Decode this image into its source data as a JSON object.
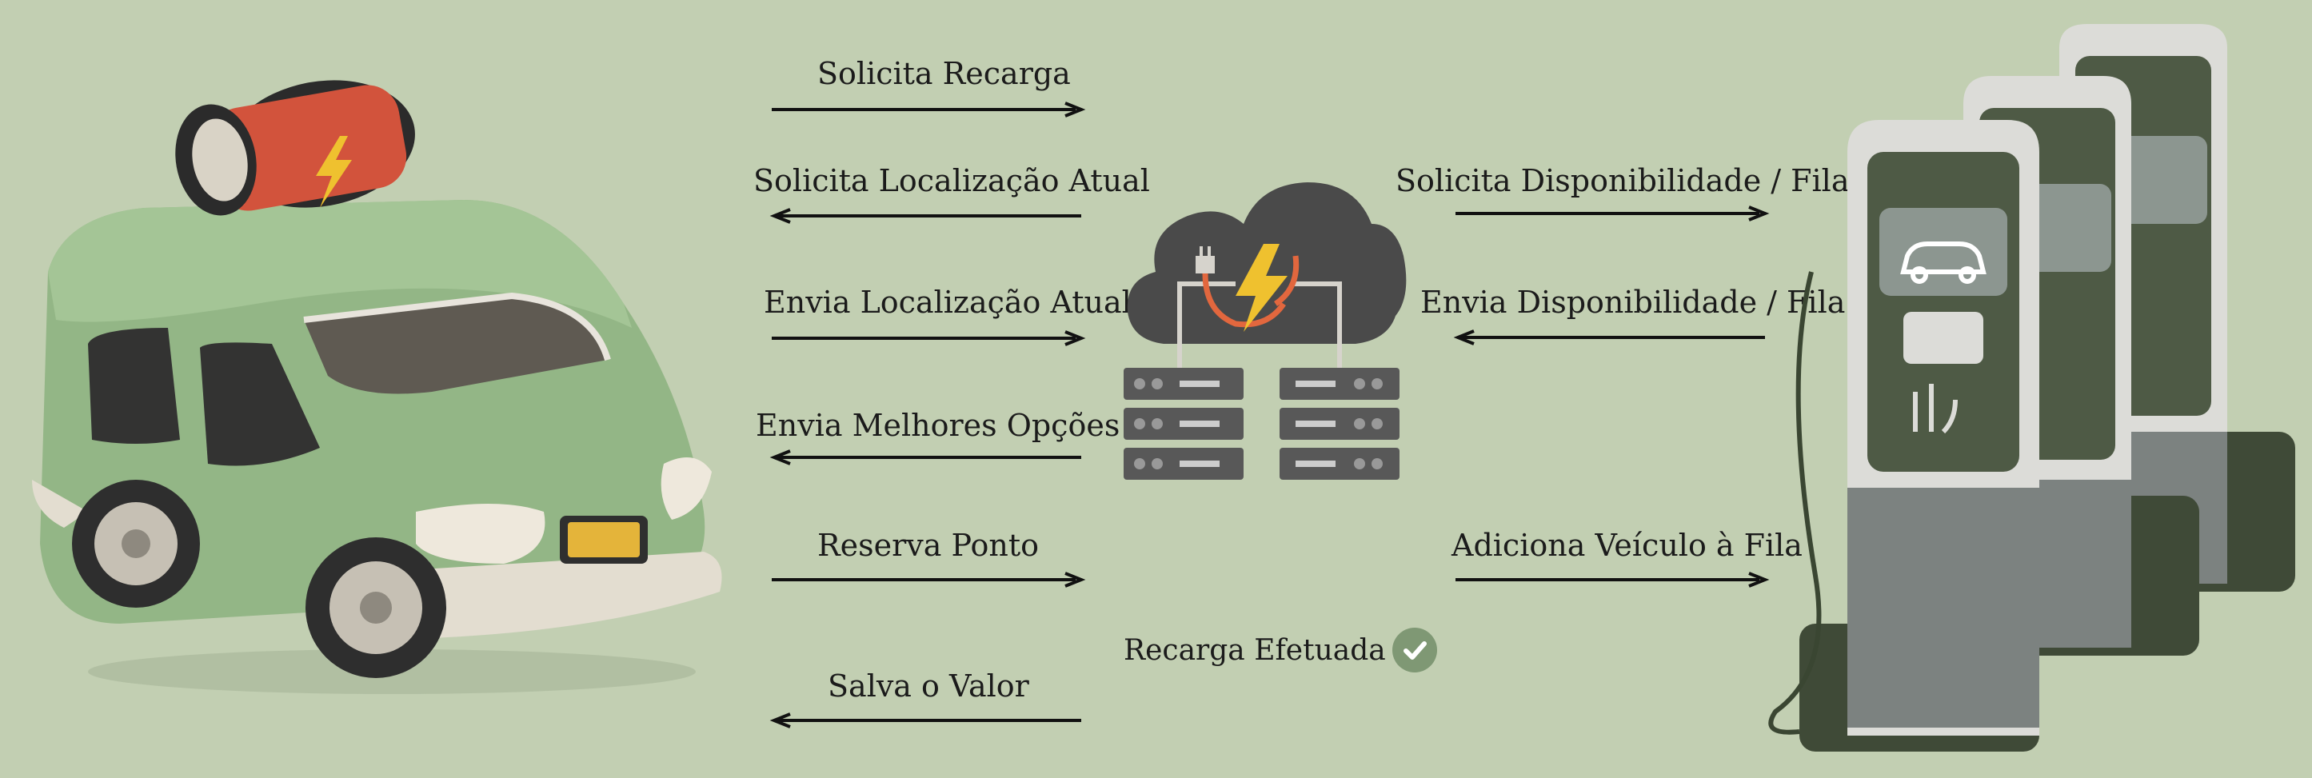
{
  "left_messages": [
    {
      "label": "Solicita Recarga",
      "direction": "right"
    },
    {
      "label": "Solicita Localização Atual",
      "direction": "left"
    },
    {
      "label": "Envia Localização Atual",
      "direction": "right"
    },
    {
      "label": "Envia Melhores Opções",
      "direction": "left"
    },
    {
      "label": "Reserva Ponto",
      "direction": "right"
    },
    {
      "label": "Salva o Valor",
      "direction": "left"
    }
  ],
  "right_messages": [
    {
      "label": "Solicita Disponibilidade / Fila",
      "direction": "right"
    },
    {
      "label": "Envia Disponibilidade / Fila",
      "direction": "left"
    },
    {
      "label": "Adiciona Veículo à Fila",
      "direction": "right"
    }
  ],
  "status": {
    "label": "Recarga Efetuada",
    "icon": "check-circle-icon"
  },
  "colors": {
    "background": "#c2cfb2",
    "car_body": "#93b686",
    "battery_red": "#d2533c",
    "cloud": "#4a4a4a",
    "server": "#585858",
    "charger_panel": "#4e5a45",
    "check_badge": "#7f9874"
  }
}
